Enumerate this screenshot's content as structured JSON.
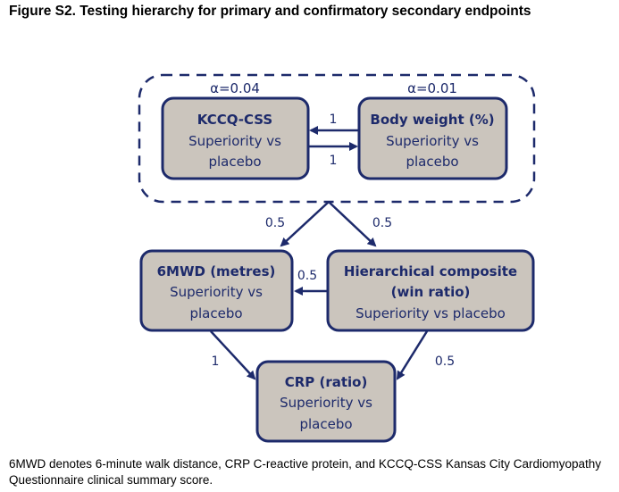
{
  "title": "Figure S2. Testing hierarchy for primary and confirmatory secondary endpoints",
  "nodes": {
    "kccq": {
      "alpha": "α=0.04",
      "name": "KCCQ-CSS",
      "l1": "Superiority vs",
      "l2": "placebo"
    },
    "bw": {
      "alpha": "α=0.01",
      "name": "Body weight (%)",
      "l1": "Superiority vs",
      "l2": "placebo"
    },
    "mwd": {
      "name": "6MWD (metres)",
      "l1": "Superiority vs",
      "l2": "placebo"
    },
    "hc": {
      "name": "Hierarchical composite",
      "name2": "(win ratio)",
      "l1": "Superiority vs placebo"
    },
    "crp": {
      "name": "CRP (ratio)",
      "l1": "Superiority vs",
      "l2": "placebo"
    }
  },
  "weights": {
    "bw_to_kccq": "1",
    "kccq_to_bw": "1",
    "top_to_mwd": "0.5",
    "top_to_hc": "0.5",
    "hc_to_mwd": "0.5",
    "mwd_to_crp": "1",
    "hc_to_crp": "0.5"
  },
  "footnote": "6MWD denotes 6-minute walk distance, CRP C-reactive protein, and KCCQ-CSS Kansas City Cardiomyopathy Questionnaire clinical summary score."
}
